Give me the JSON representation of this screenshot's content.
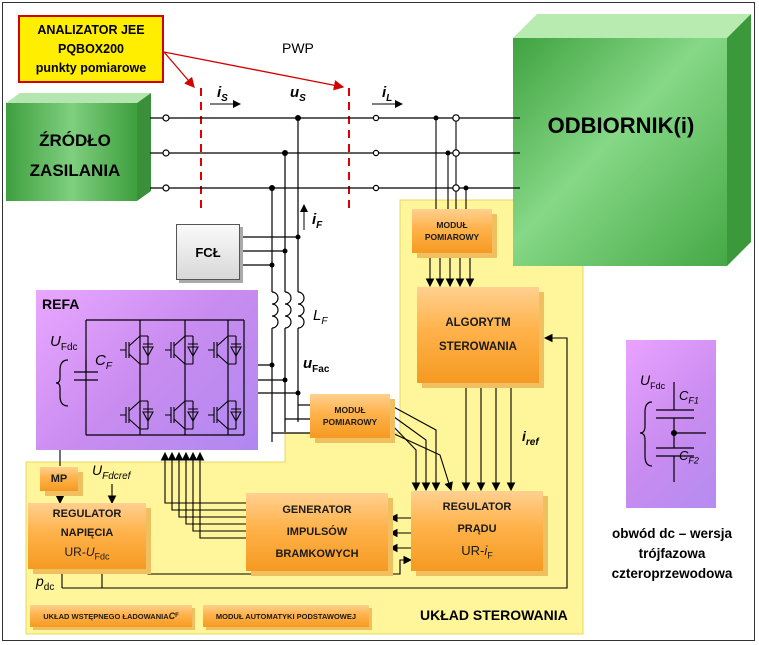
{
  "analyzer": {
    "line1": "ANALIZATOR JEE",
    "line2": "PQBOX200",
    "line3": "punkty pomiarowe"
  },
  "pwp": "PWP",
  "source": {
    "line1": "ŹRÓDŁO",
    "line2": "ZASILANIA"
  },
  "load": "ODBIORNIK(i)",
  "labels": {
    "is_main": "i",
    "is_sub": "S",
    "us_main": "u",
    "us_sub": "S",
    "il_main": "i",
    "il_sub": "L",
    "if_main": "i",
    "if_sub": "F",
    "lf_main": "L",
    "lf_sub": "F",
    "ufac_main": "u",
    "ufac_sub": "Fac",
    "iref_main": "i",
    "iref_sub": "ref",
    "udc_main": "U",
    "udc_sub": "Fdc",
    "cf_main": "C",
    "cf_sub": "F",
    "udcref_main": "U",
    "udcref_sub": "Fdcref",
    "pdc_main": "p",
    "pdc_sub": "dc"
  },
  "fcl": "FCŁ",
  "refa": "REFA",
  "module_top": {
    "line1": "MODUŁ",
    "line2": "POMIAROWY"
  },
  "module_mid": {
    "line1": "MODUŁ",
    "line2": "POMIAROWY"
  },
  "algorithm": {
    "line1": "ALGORYTM",
    "line2": "STEROWANIA"
  },
  "mp": "MP",
  "voltage_reg": {
    "line1": "REGULATOR",
    "line2": "NAPIĘCIA",
    "line3_pre": "UR-",
    "line3_main": "U",
    "line3_sub": "Fdc"
  },
  "generator": {
    "line1": "GENERATOR",
    "line2": "IMPULSÓW",
    "line3": "BRAMKOWYCH"
  },
  "current_reg": {
    "line1": "REGULATOR",
    "line2": "PRĄDU",
    "line3_pre": "UR-",
    "line3_main": "i",
    "line3_sub": "F"
  },
  "precharge": {
    "text": "UKŁAD WSTĘPNEGO ŁADOWANIA ",
    "main": "C",
    "sub": "F"
  },
  "automation": "MODUŁ AUTOMATYKI PODSTAWOWEJ",
  "control_system": "UKŁAD STEROWANIA",
  "inset": {
    "udc_main": "U",
    "udc_sub": "Fdc",
    "cf1_main": "C",
    "cf1_sub": "F1",
    "cf2_main": "C",
    "cf2_sub": "F2",
    "caption1": "obwód dc – wersja",
    "caption2": "trójfazowa",
    "caption3": "czteroprzewodowa"
  },
  "colors": {
    "yellow_panel": "#fff59a",
    "purple": "#d28ef5",
    "green": "#4caf50",
    "orange": "#f8a535",
    "red_dash": "#e00000"
  }
}
